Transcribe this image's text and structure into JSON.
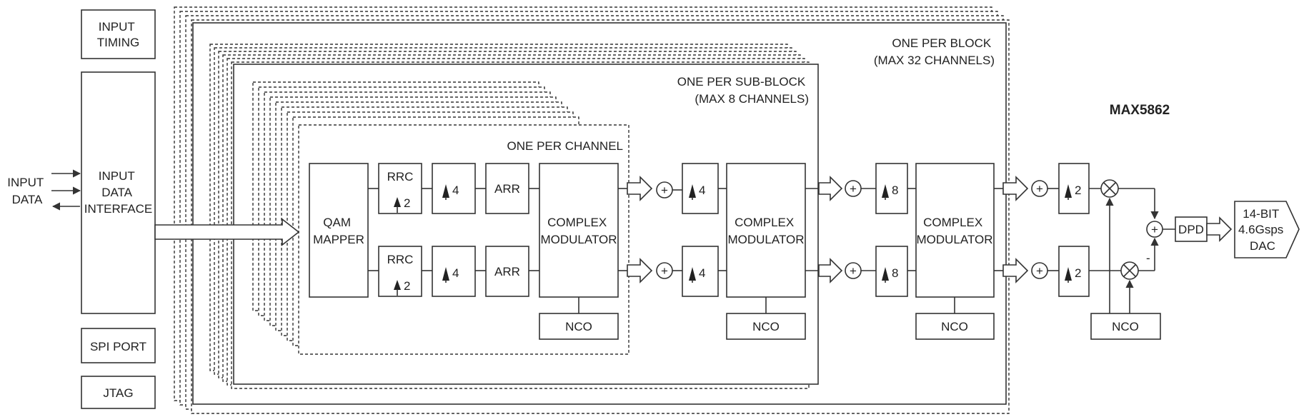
{
  "labels": {
    "input_timing": [
      "INPUT",
      "TIMING"
    ],
    "input_data_interface": [
      "INPUT",
      "DATA",
      "INTERFACE"
    ],
    "spi_port": "SPI PORT",
    "jtag": "JTAG",
    "input_data": [
      "INPUT",
      "DATA"
    ],
    "one_per_block": [
      "ONE PER BLOCK",
      "(MAX 32 CHANNELS)"
    ],
    "one_per_sub_block": [
      "ONE PER SUB-BLOCK",
      "(MAX 8 CHANNELS)"
    ],
    "one_per_channel": "ONE PER CHANNEL",
    "chip_name": "MAX5862",
    "qam_mapper": [
      "QAM",
      "MAPPER"
    ],
    "rrc": "RRC",
    "interp_2": "2",
    "interp_4": "4",
    "interp_8": "8",
    "arr": "ARR",
    "complex_modulator": [
      "COMPLEX",
      "MODULATOR"
    ],
    "nco": "NCO",
    "plus": "+",
    "minus": "-",
    "dpd": "DPD",
    "dac": [
      "14-BIT",
      "4.6Gsps",
      "DAC"
    ]
  }
}
